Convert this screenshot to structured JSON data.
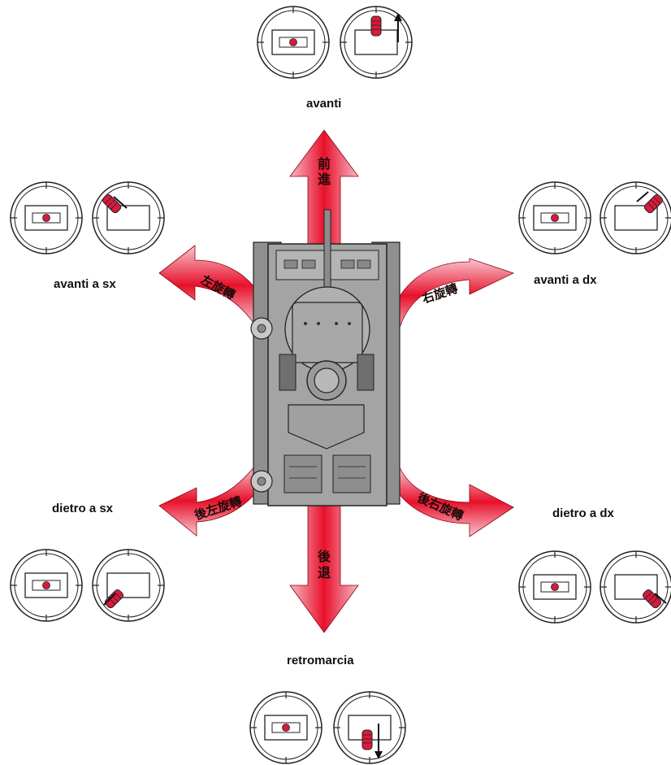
{
  "directions": {
    "forward": {
      "label": "avanti",
      "arrow_text": "前進"
    },
    "backward": {
      "label": "retromarcia",
      "arrow_text": "後退"
    },
    "forward_left": {
      "label": "avanti a sx",
      "arrow_text": "左旋轉"
    },
    "forward_right": {
      "label": "avanti a dx",
      "arrow_text": "右旋轉"
    },
    "backward_left": {
      "label": "dietro a sx",
      "arrow_text": "後左旋轉"
    },
    "backward_right": {
      "label": "dietro a dx",
      "arrow_text": "後右旋轉"
    }
  },
  "colors": {
    "arrow_red": "#e8102a",
    "arrow_light": "#f8c6cf",
    "stick_red": "#d81a3c",
    "tank_fill": "#9a9a9a",
    "tank_dark": "#555555",
    "line": "#222222"
  }
}
